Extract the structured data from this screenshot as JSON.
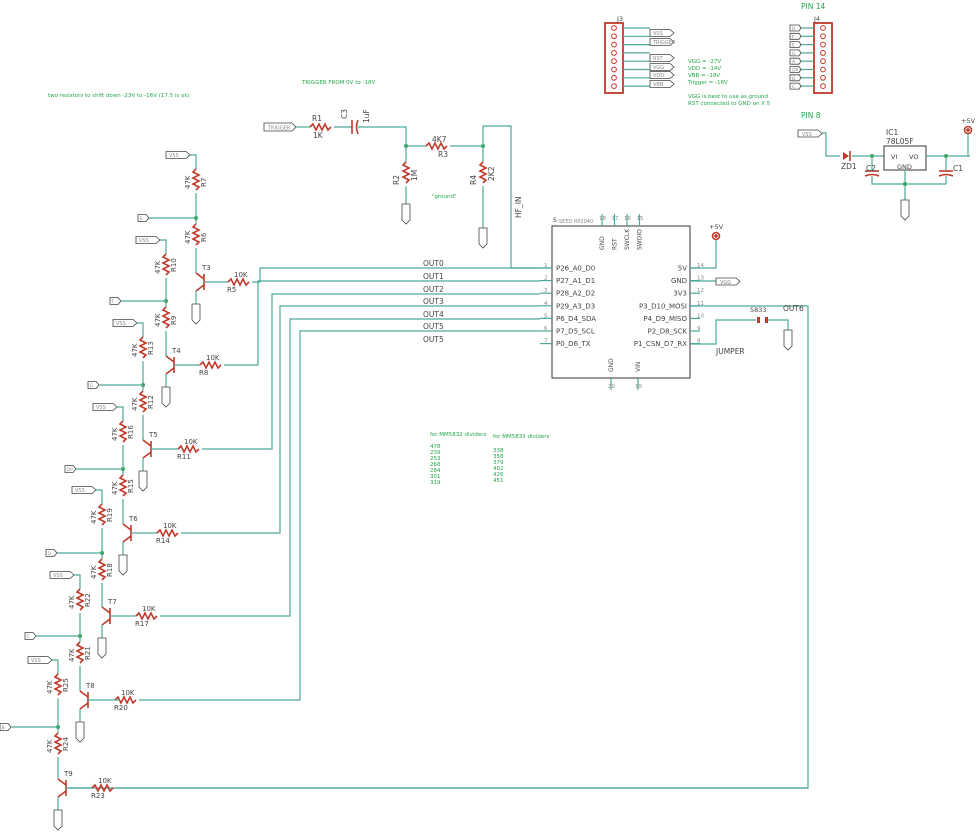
{
  "notes": {
    "shift": "two resistors to shift down -23V to -16V (17.5 is ok)",
    "trigger": "TRIGGER FROM 0V to -18V",
    "ground": "\"ground\"",
    "hf_in": "HF_IN",
    "vgg_line1": "VGG = -27V",
    "vgg_line2": "VDD = -14V",
    "vgg_line3": "VBB = -18V",
    "vgg_line4": "Trigger = -18V",
    "vgg_ground1": "VGG is best to use as ground",
    "vgg_ground2": "RST connected to GND on X 5",
    "pin14": "PIN 14",
    "pin8": "PIN 8",
    "jumper": "JUMPER",
    "div_title1": "for MM5832 dividers",
    "div_title2": "for MM5833 dividers",
    "div_values1": [
      "478",
      "239",
      "253",
      "268",
      "284",
      "301",
      "319"
    ],
    "div_values2": [
      "338",
      "358",
      "379",
      "402",
      "426",
      "451"
    ]
  },
  "labels": {
    "trigger": "TRIGGER",
    "vss": "VSS",
    "vgg": "VGG",
    "vbb": "VBB",
    "vdd": "VDD",
    "rst": "RST",
    "e": "E",
    "f": "F",
    "g": "G",
    "a": "A",
    "b": "B",
    "c": "C",
    "d": "D",
    "p5v": "+5V"
  },
  "components": {
    "r1": {
      "name": "R1",
      "value": "1K"
    },
    "c3": {
      "name": "C3",
      "value": "1uF"
    },
    "r3": {
      "name": "R3",
      "value": "4K7"
    },
    "r2": {
      "name": "R2",
      "value": "1M"
    },
    "r4": {
      "name": "R4",
      "value": "2K2"
    },
    "j3": "J3",
    "j4": "J4",
    "ic1": {
      "name": "IC1",
      "value": "78L05F",
      "vi": "VI",
      "vo": "VO",
      "gnd": "GND"
    },
    "zd1": "ZD1",
    "c2": "C2",
    "c1": "C1",
    "s": "S",
    "s_sub": "SEED RP2040",
    "s5833": "5833",
    "out6": "OUT6"
  },
  "mcu": {
    "left_pins": [
      {
        "num": "1",
        "name": "P26_A0_D0",
        "net": "OUT0"
      },
      {
        "num": "2",
        "name": "P27_A1_D1",
        "net": "OUT1"
      },
      {
        "num": "3",
        "name": "P28_A2_D2",
        "net": "OUT2"
      },
      {
        "num": "4",
        "name": "P29_A3_D3",
        "net": "OUT3"
      },
      {
        "num": "5",
        "name": "P6_D4_SDA",
        "net": "OUT4"
      },
      {
        "num": "6",
        "name": "P7_D5_SCL",
        "net": "OUT5"
      },
      {
        "num": "7",
        "name": "P0_D6_TX",
        "net": ""
      }
    ],
    "right_pins": [
      {
        "num": "14",
        "name": "5V"
      },
      {
        "num": "13",
        "name": "GND"
      },
      {
        "num": "12",
        "name": "3V3"
      },
      {
        "num": "11",
        "name": "P3_D10_MOSI"
      },
      {
        "num": "10",
        "name": "P4_D9_MISO"
      },
      {
        "num": "9",
        "name": "P2_D8_SCK"
      },
      {
        "num": "8",
        "name": "P1_CSN_D7_RX"
      }
    ],
    "top_pins": [
      {
        "num": "18",
        "name": "GND"
      },
      {
        "num": "17",
        "name": "RST"
      },
      {
        "num": "16",
        "name": "SWCLK"
      },
      {
        "num": "15",
        "name": "SWDIO"
      }
    ],
    "bottom_pins": [
      {
        "num": "20",
        "name": "GND"
      },
      {
        "num": "19",
        "name": "VIN"
      }
    ]
  },
  "stages": [
    {
      "t": "T3",
      "rtop": "R7",
      "rmid": "R6",
      "rtopv": "47K",
      "rmidv": "47K",
      "rb": "R5",
      "rbv": "10K",
      "seg": "E",
      "rbot": "",
      "rbotv": ""
    },
    {
      "t": "T4",
      "rtop": "R10",
      "rmid": "R9",
      "rtopv": "47K",
      "rmidv": "47K",
      "rb": "R8",
      "rbv": "10K",
      "seg": "F"
    },
    {
      "t": "T5",
      "rtop": "R13",
      "rmid": "R12",
      "rtopv": "47K",
      "rmidv": "47K",
      "rb": "R11",
      "rbv": "10K",
      "seg": "G"
    },
    {
      "t": "T6",
      "rtop": "R16",
      "rmid": "R15",
      "rtopv": "47K",
      "rmidv": "47K",
      "rb": "R14",
      "rbv": "10K",
      "seg": "DP"
    },
    {
      "t": "T7",
      "rtop": "R19",
      "rmid": "R18",
      "rtopv": "47K",
      "rmidv": "47K",
      "rb": "R17",
      "rbv": "10K",
      "seg": "D"
    },
    {
      "t": "T8",
      "rtop": "R22",
      "rmid": "R21",
      "rtopv": "47K",
      "rmidv": "47K",
      "rb": "R20",
      "rbv": "10K",
      "seg": "C"
    },
    {
      "t": "T9",
      "rtop": "R25",
      "rmid": "R24",
      "rtopv": "47K",
      "rmidv": "47K",
      "rb": "R23",
      "rbv": "10K",
      "seg": "B"
    }
  ]
}
